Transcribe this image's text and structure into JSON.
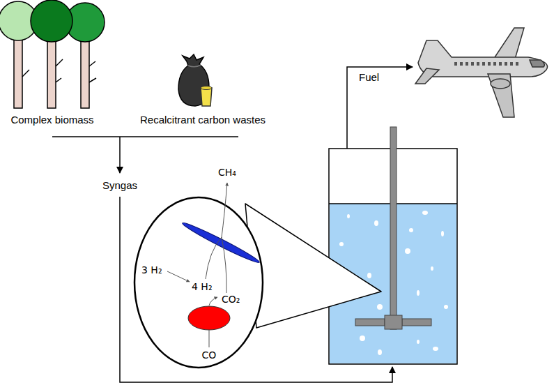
{
  "diagram": {
    "labels": [
      "Complex biomass",
      "Recalcitrant carbon wastes",
      "Syngas",
      "Fuel",
      "CH₄",
      "3 H₂",
      "4 H₂",
      "CO₂",
      "CO"
    ]
  }
}
